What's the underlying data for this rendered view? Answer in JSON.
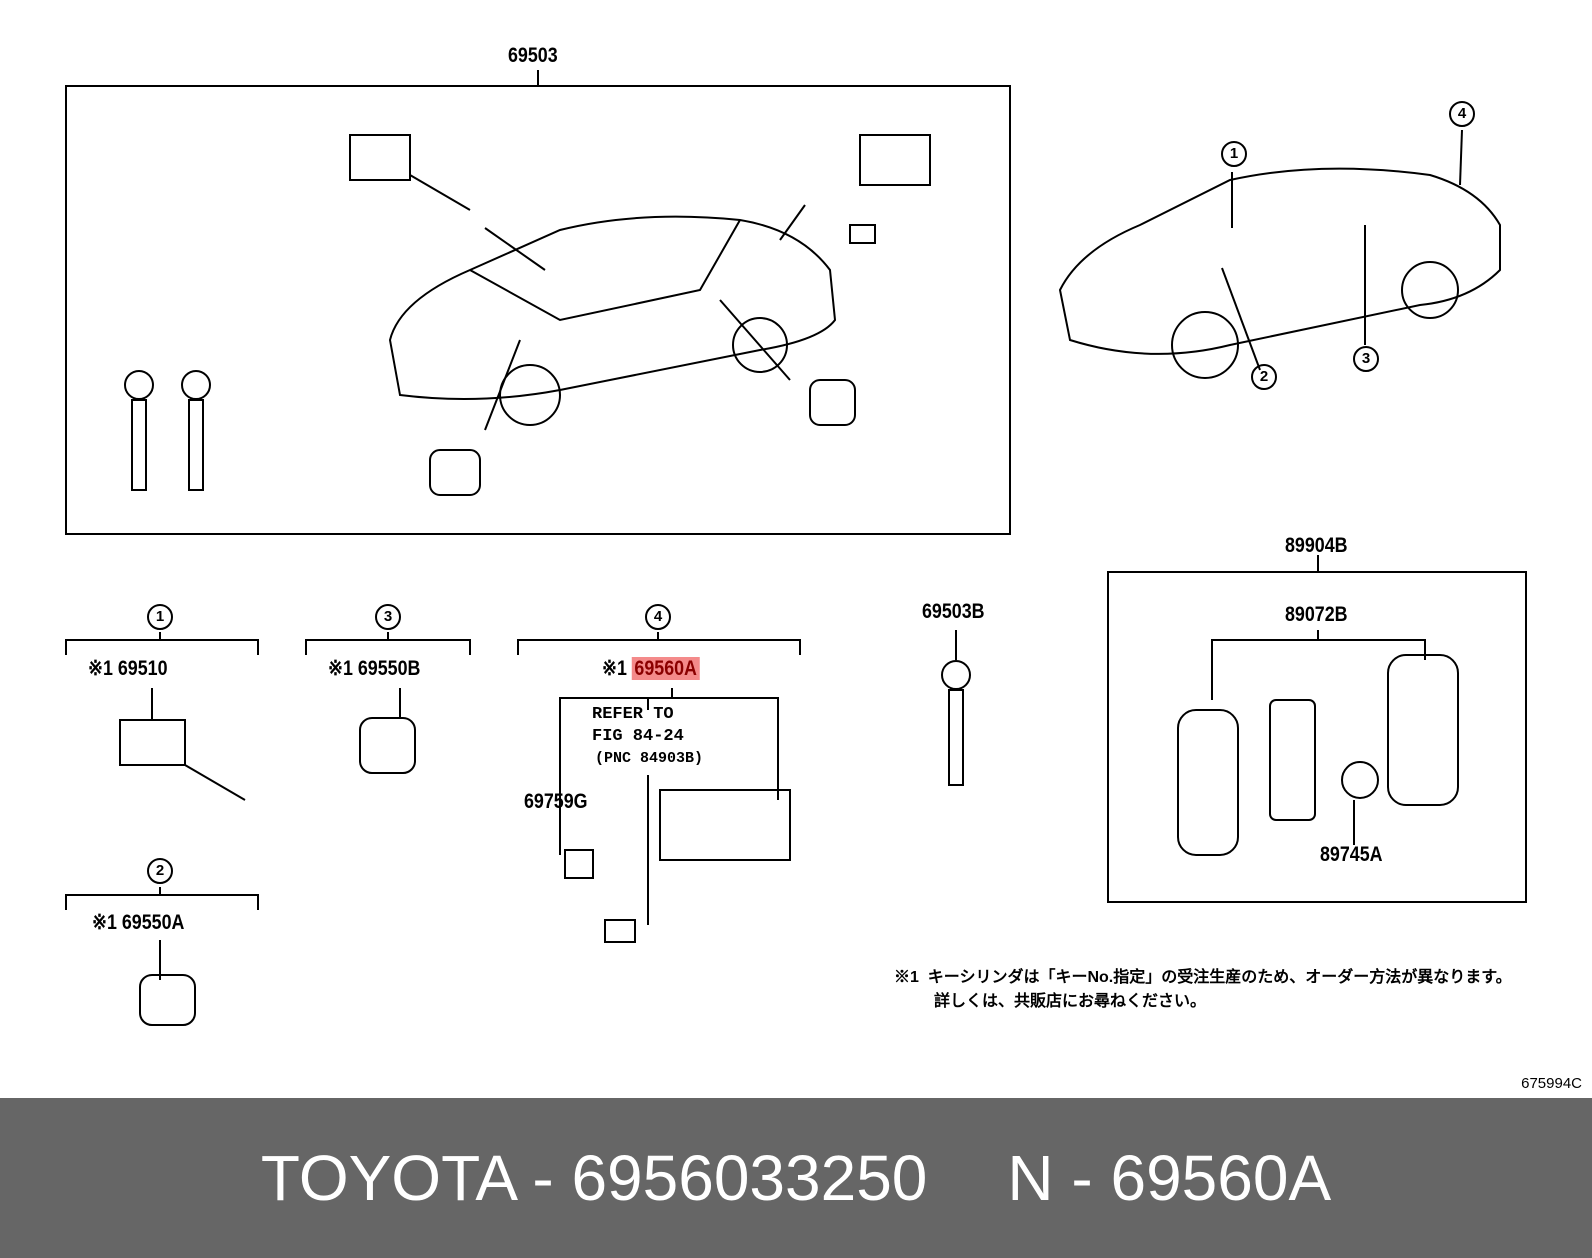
{
  "diagram": {
    "assembly_label": "69503",
    "views": [
      "1",
      "2",
      "3",
      "4"
    ],
    "groups": [
      {
        "circle": "1",
        "mark": "※1",
        "part": "69510"
      },
      {
        "circle": "3",
        "mark": "※1",
        "part": "69550B"
      },
      {
        "circle": "4",
        "mark": "※1",
        "part": "69560A"
      },
      {
        "circle": "2",
        "mark": "※1",
        "part": "69550A"
      }
    ],
    "refer": [
      "REFER TO",
      "FIG 84-24",
      "(PNC 84903B)"
    ],
    "other_parts": {
      "p69759g": "69759G",
      "p69503b": "69503B",
      "p89904b": "89904B",
      "p89072b": "89072B",
      "p89745a": "89745A"
    },
    "note": {
      "mark": "※1",
      "line1": "キーシリンダは「キーNo.指定」の受注生産のため、オーダー方法が異なります。",
      "line2": "詳しくは、共販店にお尋ねください。"
    },
    "figure_code": "675994C"
  },
  "footer": {
    "left": "TOYOTA - 6956033250",
    "right": "N - 69560A"
  },
  "colors": {
    "highlight": "#f48a8a",
    "footer_bg": "#666666"
  }
}
